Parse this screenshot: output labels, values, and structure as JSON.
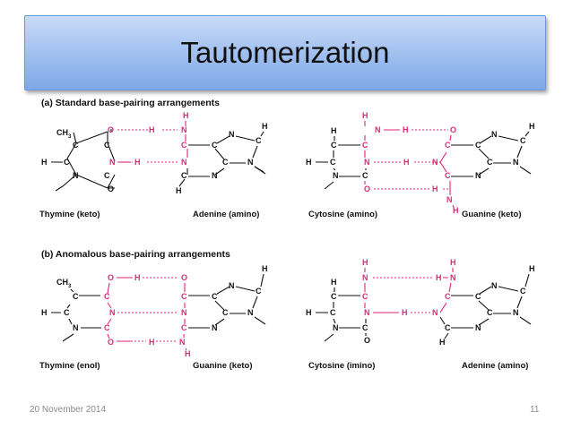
{
  "slide": {
    "title": "Tautomerization",
    "date": "20 November 2014",
    "page_number": "11"
  },
  "figure": {
    "section_a": {
      "heading": "(a) Standard base-pairing arrangements",
      "pair_left": {
        "base1": "Thymine (keto)",
        "base2": "Adenine (amino)"
      },
      "pair_right": {
        "base1": "Cytosine (amino)",
        "base2": "Guanine (keto)"
      }
    },
    "section_b": {
      "heading": "(b) Anomalous base-pairing arrangements",
      "pair_left": {
        "base1": "Thymine (enol)",
        "base2": "Guanine (keto)"
      },
      "pair_right": {
        "base1": "Cytosine (imino)",
        "base2": "Adenine (amino)"
      }
    },
    "atoms": {
      "c": "C",
      "n": "N",
      "o": "O",
      "h": "H",
      "ch3": "CH",
      "sub3": "3"
    },
    "colors": {
      "highlight": "#e0267a",
      "bond": "#111111"
    }
  }
}
